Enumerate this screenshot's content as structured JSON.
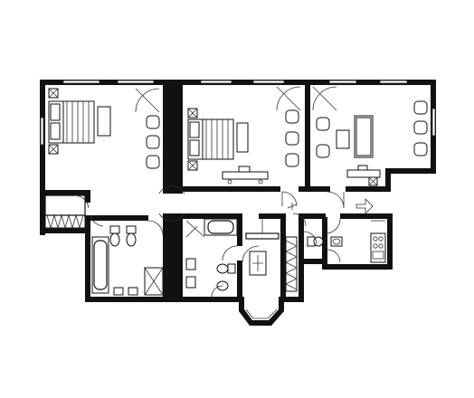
{
  "plan": {
    "type": "apartment-floor-plan",
    "background": "#ffffff",
    "wall_color": "#111111",
    "rooms": [
      {
        "id": "bedroom-left",
        "label": ""
      },
      {
        "id": "bedroom-center",
        "label": ""
      },
      {
        "id": "living-room-right",
        "label": ""
      },
      {
        "id": "bathroom-left",
        "label": ""
      },
      {
        "id": "bathroom-center",
        "label": ""
      },
      {
        "id": "hallway",
        "label": ""
      },
      {
        "id": "wc-right",
        "label": ""
      },
      {
        "id": "kitchenette-right",
        "label": ""
      },
      {
        "id": "bay-window-room",
        "label": ""
      }
    ],
    "icons": [
      "bed-icon",
      "nightstand-lamp-icon",
      "armchair-icon",
      "sofa-icon",
      "desk-icon",
      "bathtub-icon",
      "shower-icon",
      "toilet-icon",
      "sink-icon",
      "wardrobe-icon",
      "door-swing-icon"
    ]
  }
}
